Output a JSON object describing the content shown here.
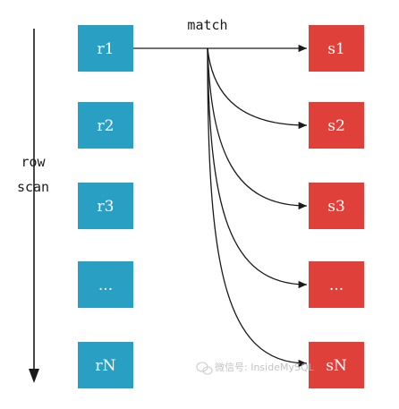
{
  "scan_label": {
    "line1": "row",
    "line2": "scan"
  },
  "match_label": "match",
  "r_boxes": [
    "r1",
    "r2",
    "r3",
    "...",
    "rN"
  ],
  "s_boxes": [
    "s1",
    "s2",
    "s3",
    "...",
    "sN"
  ],
  "watermark": "微信号: InsideMySQL",
  "colors": {
    "r_box": "#2a9fc4",
    "s_box": "#e0403a",
    "line": "#1a1a1a"
  }
}
